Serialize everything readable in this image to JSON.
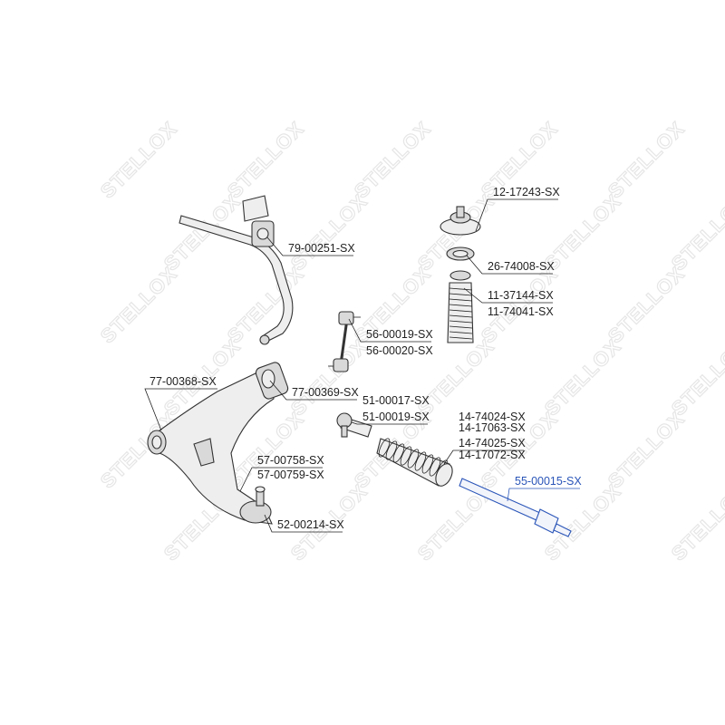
{
  "watermark": "STELLOX",
  "highlight_color": "#2a55b8",
  "parts": {
    "top_mount": "12-17243-SX",
    "stabilizer_bushing": "79-00251-SX",
    "bearing": "26-74008-SX",
    "boot_1": "11-37144-SX",
    "boot_2": "11-74041-SX",
    "link_1": "56-00019-SX",
    "link_2": "56-00020-SX",
    "arm_bushing_front": "77-00368-SX",
    "arm_bushing_rear": "77-00369-SX",
    "tie_rod_end_1": "51-00017-SX",
    "tie_rod_end_2": "51-00019-SX",
    "rack_boot_1": "14-74024-SX",
    "rack_boot_2": "14-17063-SX",
    "rack_boot_3": "14-74025-SX",
    "rack_boot_4": "14-17072-SX",
    "inner_tie_rod": "55-00015-SX",
    "control_arm_1": "57-00758-SX",
    "control_arm_2": "57-00759-SX",
    "ball_joint": "52-00214-SX"
  }
}
